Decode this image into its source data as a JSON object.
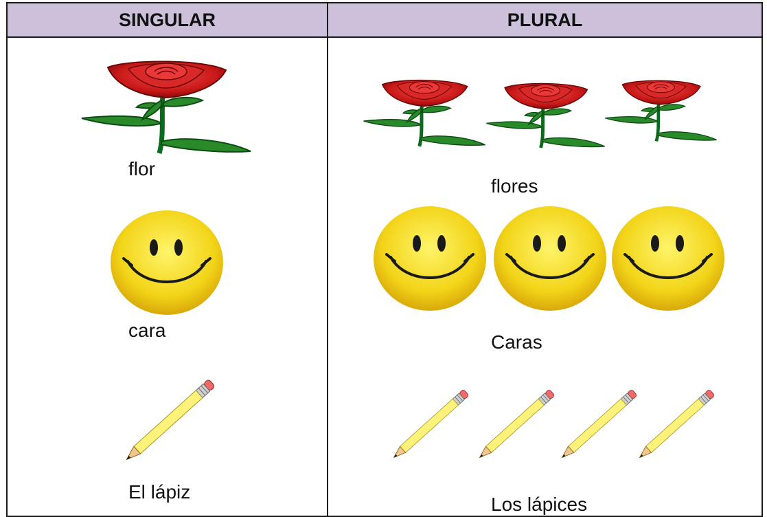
{
  "table": {
    "header": {
      "left": "SINGULAR",
      "right": "PLURAL"
    },
    "header_color": "#ccc0da",
    "rows": [
      {
        "singular": "flor",
        "plural": "flores",
        "icon": "rose-icon",
        "plural_count": 3
      },
      {
        "singular": "cara",
        "plural": "Caras",
        "icon": "smiley-face-icon",
        "plural_count": 3
      },
      {
        "singular": "El lápiz",
        "plural": "Los lápices",
        "icon": "pencil-icon",
        "plural_count": 4
      }
    ]
  }
}
